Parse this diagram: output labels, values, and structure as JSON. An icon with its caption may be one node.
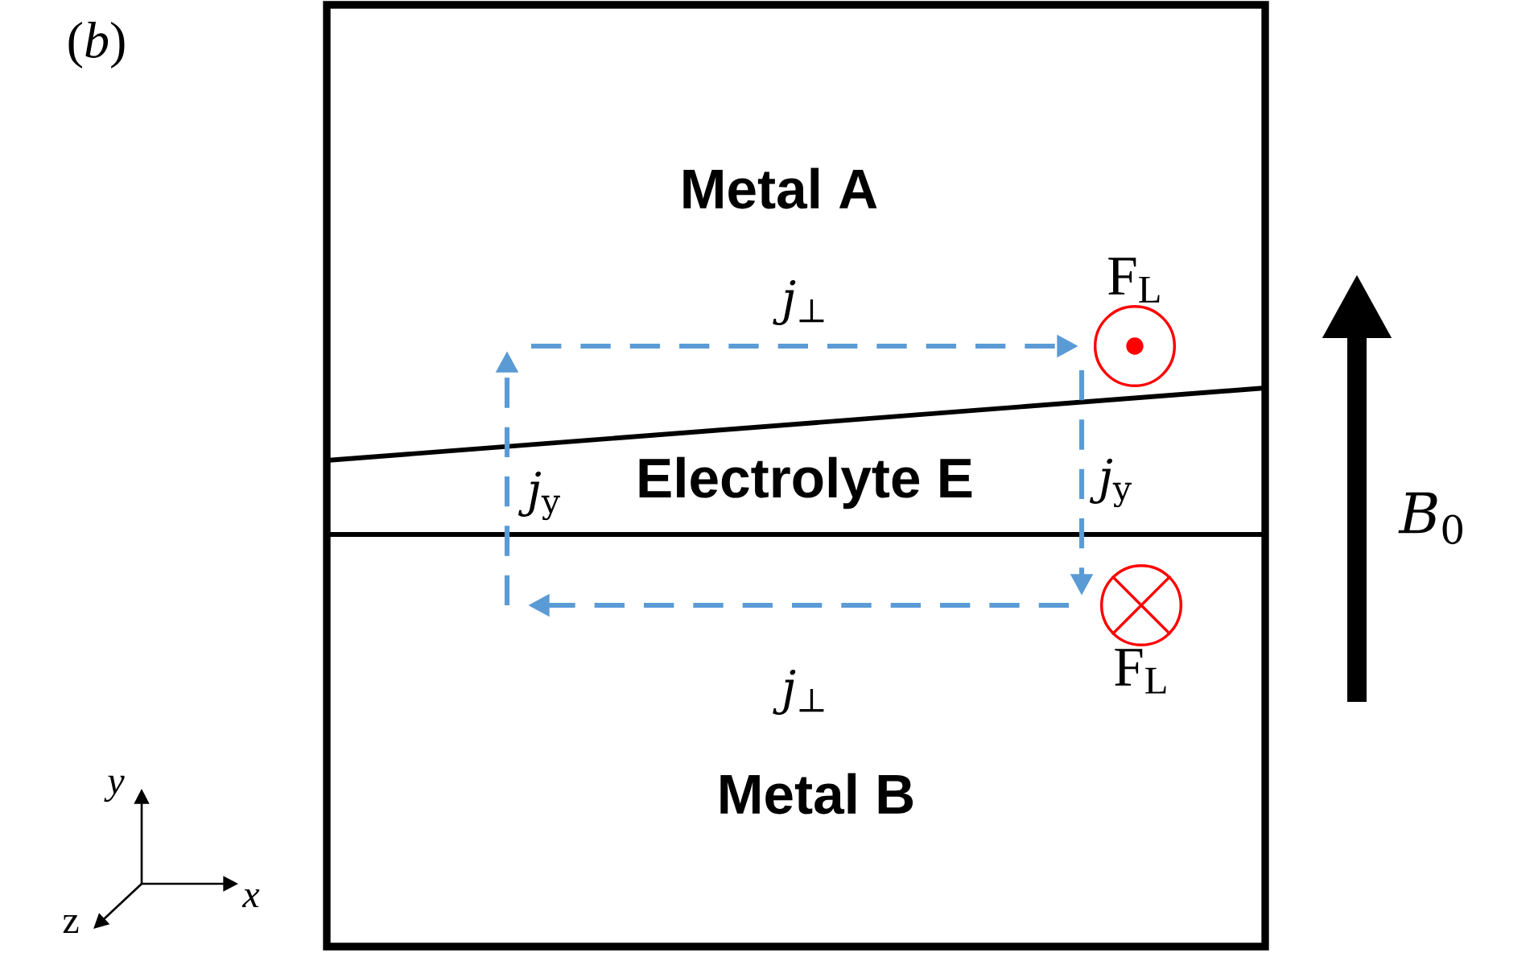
{
  "diagram": {
    "nodes": [
      {
        "text": [
          "F$_{L}$"
        ]
      },
      {
        "text": [
          "F$_{L}$"
        ]
      }
    ],
    "labels": [
      "(*b*)",
      "Metal A",
      "*j*$_{⊥}$",
      "*j*$_{y}$",
      "Electrolyte E",
      "*j*$_{y}$",
      "*B*$_{0}$",
      "*j*$_{⊥}$",
      "Metal B",
      "y",
      "x",
      "z"
    ]
  }
}
